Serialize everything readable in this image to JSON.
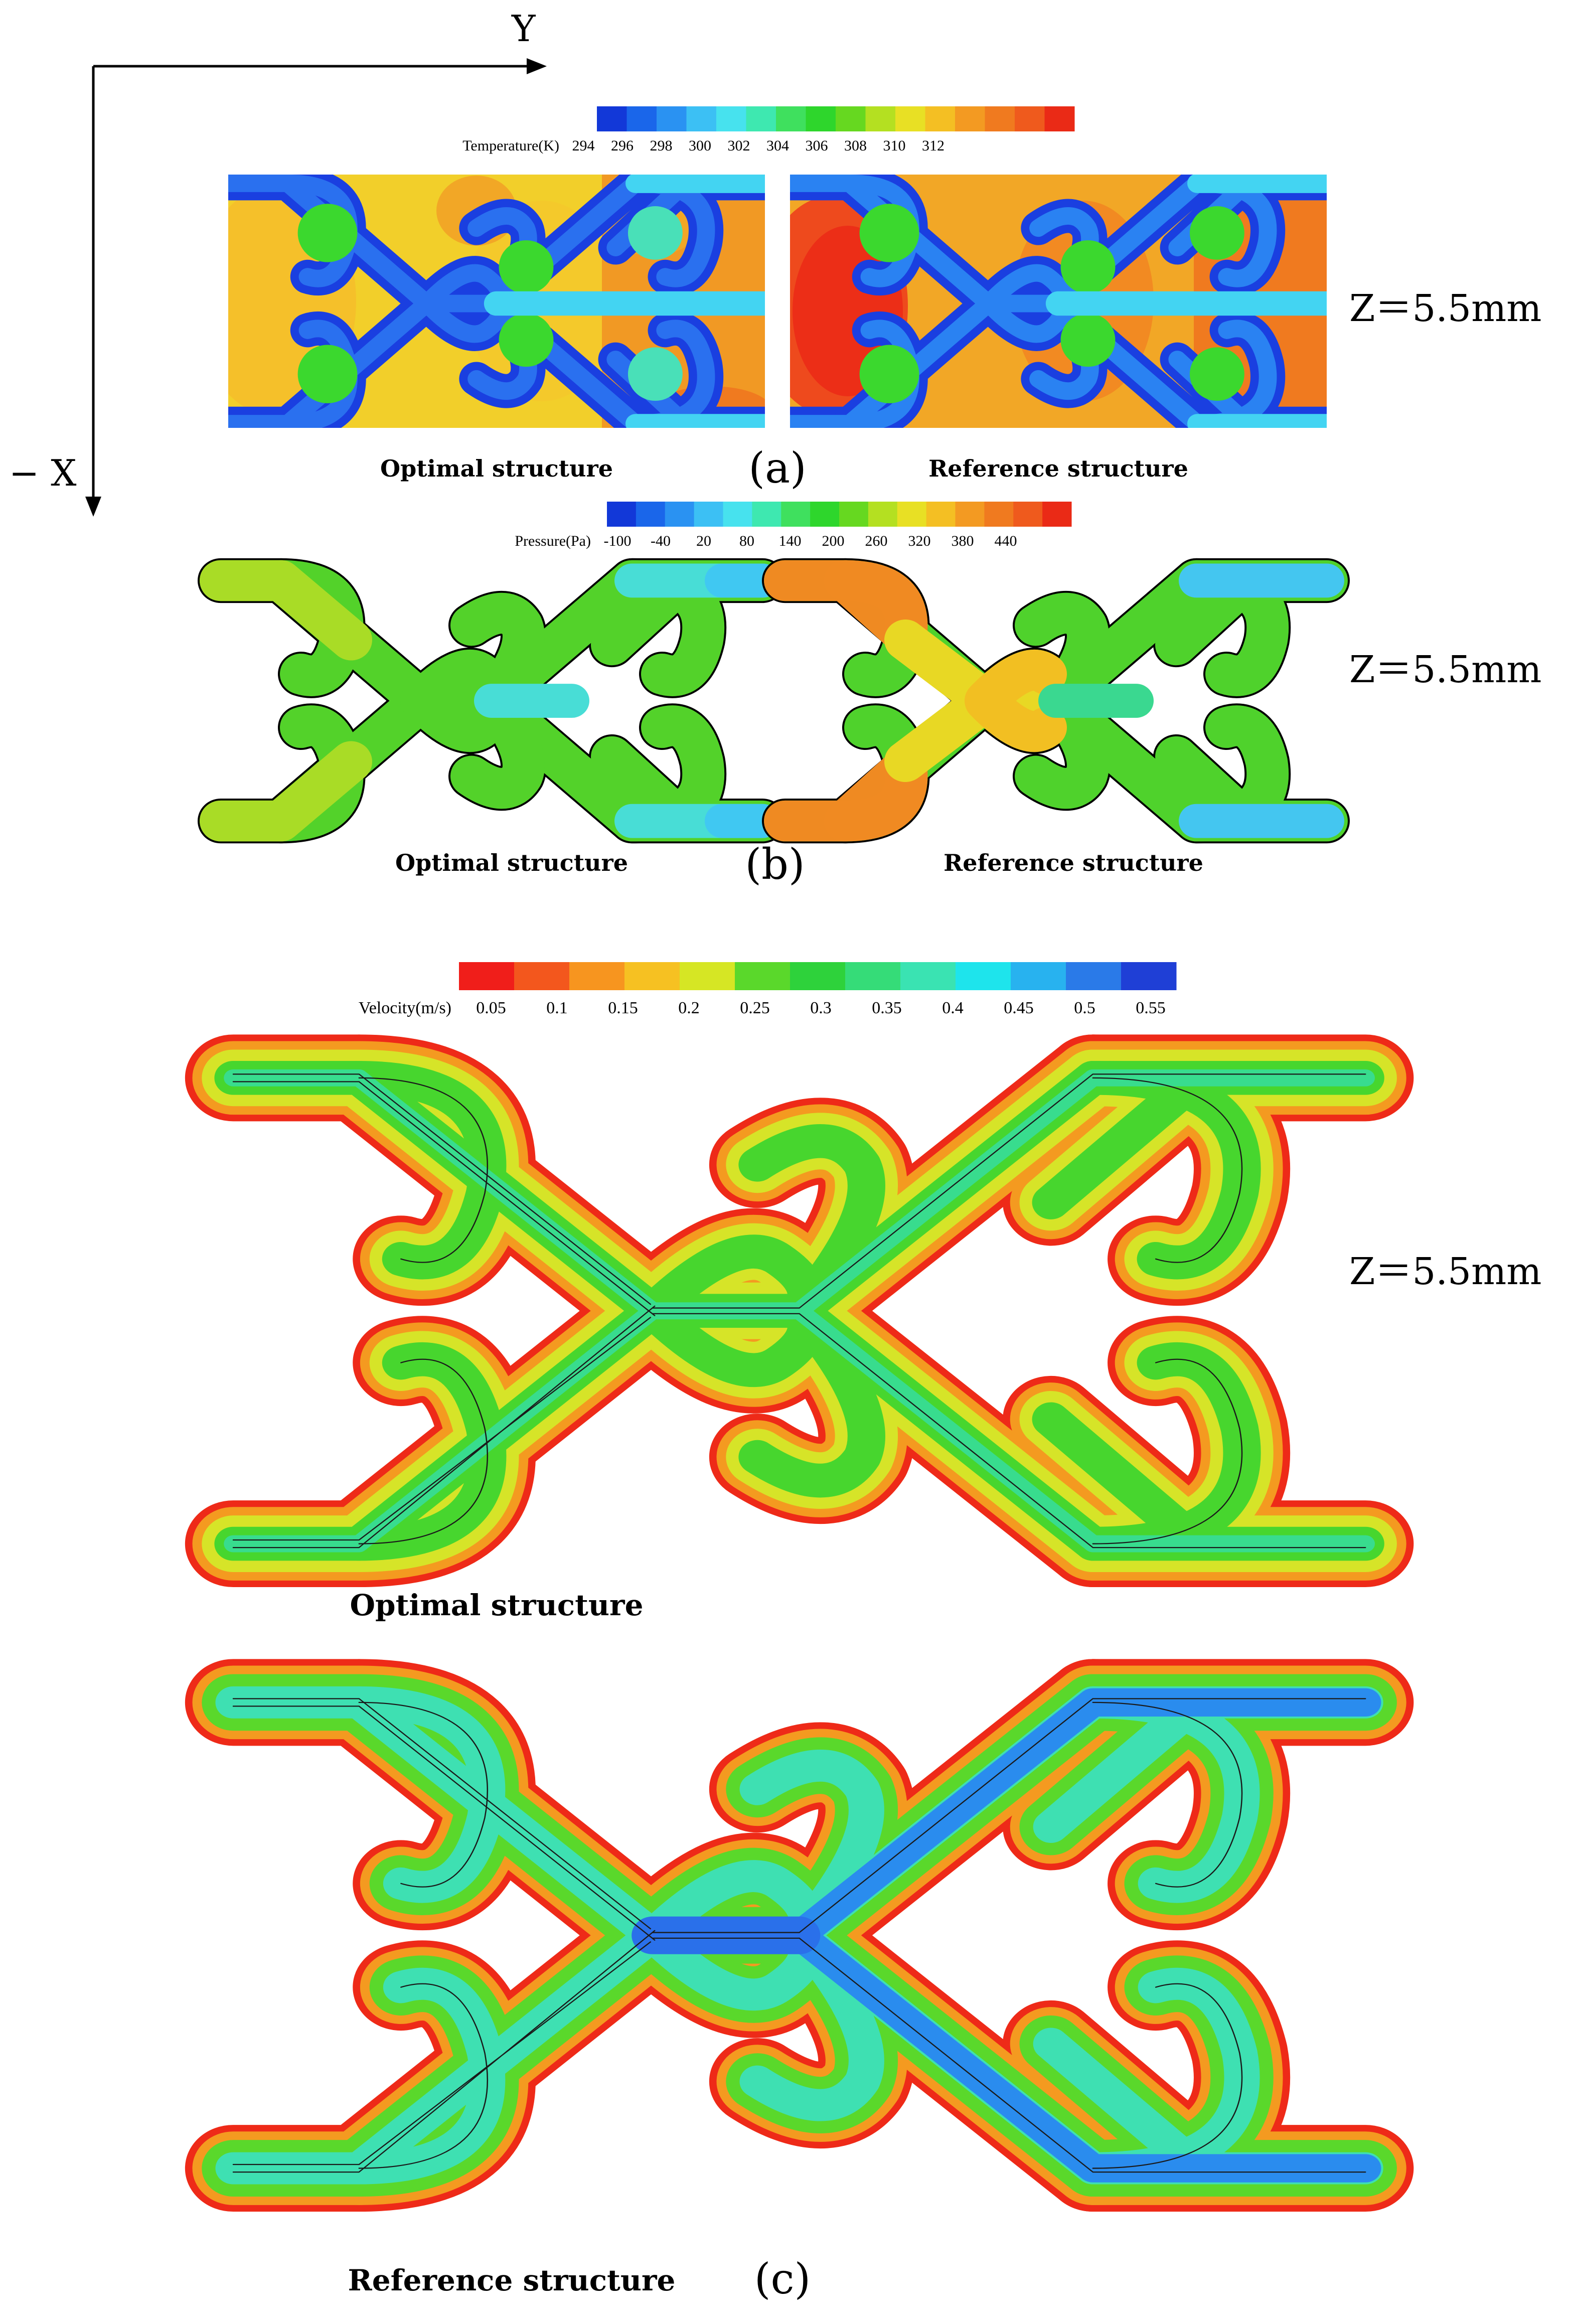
{
  "axes_indicator": {
    "y_label": "Y",
    "x_label": "− X"
  },
  "panel_labels": [
    "(a)",
    "(b)",
    "(c)"
  ],
  "structure_labels": {
    "optimal": "Optimal structure",
    "reference": "Reference structure"
  },
  "z_label": "Z＝5.5mm",
  "temperature": {
    "title": "Temperature(K)",
    "ticks": [
      "294",
      "296",
      "298",
      "300",
      "302",
      "304",
      "306",
      "308",
      "310",
      "312"
    ],
    "colors": [
      "#1238d8",
      "#1a66ea",
      "#2a92f2",
      "#3cc0f4",
      "#47e2ee",
      "#3ee8b0",
      "#3fe05e",
      "#2ed62c",
      "#66d820",
      "#b4e021",
      "#e8e024",
      "#f4bf23",
      "#f39a22",
      "#f07a1f",
      "#ef5a1d",
      "#ea2a16"
    ]
  },
  "pressure": {
    "title": "Pressure(Pa)",
    "ticks": [
      "-100",
      "-40",
      "20",
      "80",
      "140",
      "200",
      "260",
      "320",
      "380",
      "440"
    ],
    "colors": [
      "#1238d8",
      "#1a66ea",
      "#2a92f2",
      "#3cc0f4",
      "#47e2ee",
      "#3ee8b0",
      "#3fe05e",
      "#2ed62c",
      "#66d820",
      "#b4e021",
      "#e8e024",
      "#f4bf23",
      "#f39a22",
      "#f07a1f",
      "#ef5a1d",
      "#ea2a16"
    ]
  },
  "velocity": {
    "title": "Velocity(m/s)",
    "ticks": [
      "0.05",
      "0.1",
      "0.15",
      "0.2",
      "0.25",
      "0.3",
      "0.35",
      "0.4",
      "0.45",
      "0.5",
      "0.55"
    ],
    "colors": [
      "#f01e1a",
      "#f3571d",
      "#f7951f",
      "#f6c122",
      "#d6e624",
      "#5ad82b",
      "#2ed23b",
      "#35dc78",
      "#3ae3b2",
      "#1ee4ec",
      "#28b2ef",
      "#2a7ae8",
      "#1f3fd6"
    ]
  }
}
